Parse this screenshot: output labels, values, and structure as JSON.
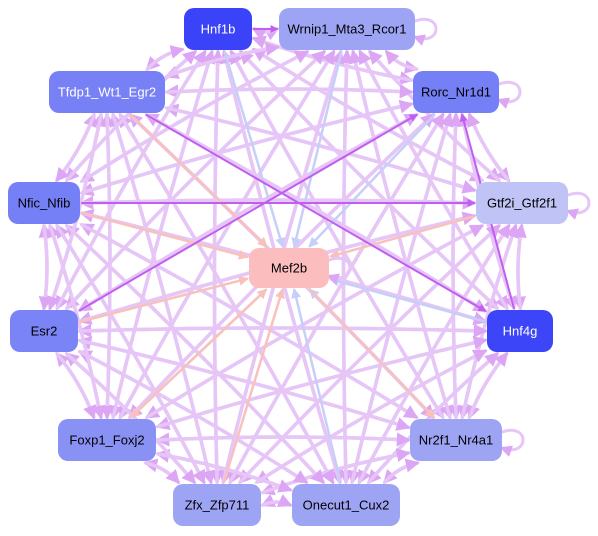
{
  "graph": {
    "colors": {
      "edge_default": "#e6c6f7",
      "edge_strong": "#c15df0",
      "edge_blue": "#c6cff7",
      "edge_peach": "#f9c1bb",
      "hub_fill": "#fbbdbd",
      "arrowhead": "#dca6f5"
    },
    "hub": {
      "id": "mef2b",
      "label": "Mef2b",
      "fill": "#fbbdbd",
      "text_color": "#000000"
    },
    "nodes": [
      {
        "id": "hnf1b",
        "label": "Hnf1b",
        "fill": "#3b43f8",
        "text_color": "#ffffff"
      },
      {
        "id": "wrnip1",
        "label": "Wrnip1_Mta3_Rcor1",
        "fill": "#9ea4f4",
        "text_color": "#000000"
      },
      {
        "id": "rorc",
        "label": "Rorc_Nr1d1",
        "fill": "#7680f6",
        "text_color": "#000000"
      },
      {
        "id": "gtf2i",
        "label": "Gtf2i_Gtf2f1",
        "fill": "#c0c3f5",
        "text_color": "#000000"
      },
      {
        "id": "hnf4g",
        "label": "Hnf4g",
        "fill": "#3c46f8",
        "text_color": "#ffffff"
      },
      {
        "id": "nr2f1",
        "label": "Nr2f1_Nr4a1",
        "fill": "#9ea4f4",
        "text_color": "#000000"
      },
      {
        "id": "onecut1",
        "label": "Onecut1_Cux2",
        "fill": "#9ea4f4",
        "text_color": "#000000"
      },
      {
        "id": "zfx",
        "label": "Zfx_Zfp711",
        "fill": "#9ea4f4",
        "text_color": "#000000"
      },
      {
        "id": "foxp1",
        "label": "Foxp1_Foxj2",
        "fill": "#8a91f5",
        "text_color": "#000000"
      },
      {
        "id": "esr2",
        "label": "Esr2",
        "fill": "#7a84f6",
        "text_color": "#000000"
      },
      {
        "id": "nfic",
        "label": "Nfic_Nfib",
        "fill": "#7680f6",
        "text_color": "#000000"
      },
      {
        "id": "tfdp1",
        "label": "Tfdp1_Wt1_Egr2",
        "fill": "#7880f6",
        "text_color": "#ffffff"
      }
    ],
    "highlight_edges": [
      {
        "from": "hnf1b",
        "to": "mef2b",
        "color": "blue"
      },
      {
        "from": "wrnip1",
        "to": "mef2b",
        "color": "blue"
      },
      {
        "from": "rorc",
        "to": "mef2b",
        "color": "blue"
      },
      {
        "from": "gtf2i",
        "to": "mef2b",
        "color": "peach"
      },
      {
        "from": "hnf4g",
        "to": "mef2b",
        "color": "blue"
      },
      {
        "from": "esr2",
        "to": "mef2b",
        "color": "peach"
      },
      {
        "from": "nfic",
        "to": "mef2b",
        "color": "peach"
      },
      {
        "from": "zfx",
        "to": "mef2b",
        "color": "peach"
      },
      {
        "from": "foxp1",
        "to": "mef2b",
        "color": "peach"
      },
      {
        "from": "onecut1",
        "to": "mef2b",
        "color": "blue"
      },
      {
        "from": "nr2f1",
        "to": "mef2b",
        "color": "blue"
      },
      {
        "from": "tfdp1",
        "to": "mef2b",
        "color": "peach"
      },
      {
        "from": "mef2b",
        "to": "nr2f1",
        "color": "peach"
      },
      {
        "from": "mef2b",
        "to": "foxp1",
        "color": "peach"
      },
      {
        "from": "hnf4g",
        "to": "rorc",
        "color": "strong"
      },
      {
        "from": "esr2",
        "to": "rorc",
        "color": "strong"
      },
      {
        "from": "hnf1b",
        "to": "wrnip1",
        "color": "strong"
      },
      {
        "from": "tfdp1",
        "to": "hnf4g",
        "color": "strong"
      },
      {
        "from": "nfic",
        "to": "gtf2i",
        "color": "strong"
      }
    ],
    "self_loops": [
      "wrnip1",
      "rorc",
      "gtf2i",
      "nr2f1",
      "mef2b"
    ]
  }
}
